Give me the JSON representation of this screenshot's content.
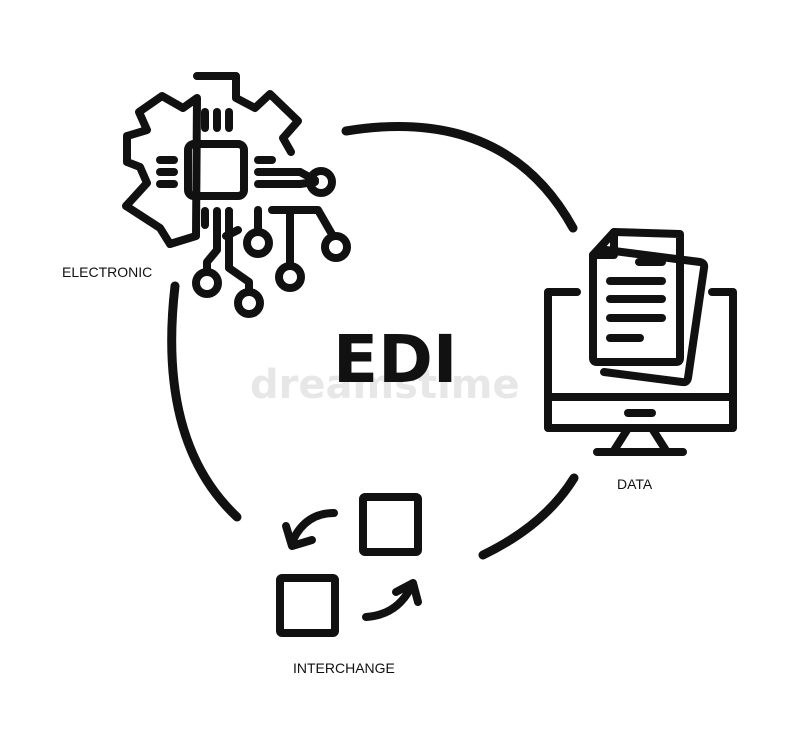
{
  "diagram": {
    "title": "EDI",
    "nodes": [
      {
        "id": "electronic",
        "label": "ELECTRONIC",
        "icon": "circuit-gear-icon"
      },
      {
        "id": "data",
        "label": "DATA",
        "icon": "monitor-documents-icon"
      },
      {
        "id": "interchange",
        "label": "INTERCHANGE",
        "icon": "exchange-squares-icon"
      }
    ],
    "watermark": "dreamstime",
    "colors": {
      "stroke": "#111111",
      "background": "#ffffff"
    }
  }
}
